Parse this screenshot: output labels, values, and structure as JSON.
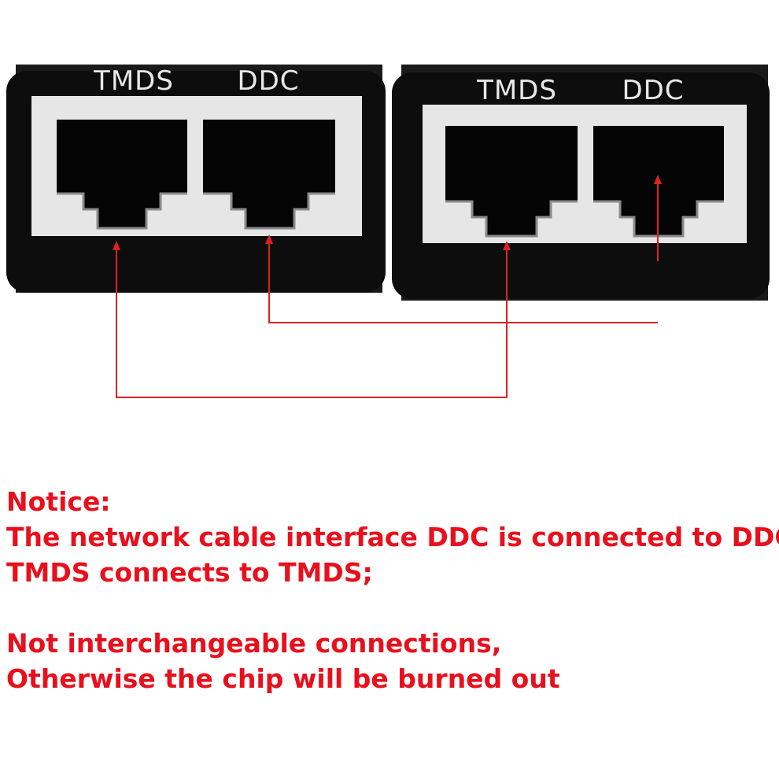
{
  "adapters": [
    {
      "name": "left-adapter",
      "ports": {
        "tmds": "TMDS",
        "ddc": "DDC"
      }
    },
    {
      "name": "right-adapter",
      "ports": {
        "tmds": "TMDS",
        "ddc": "DDC"
      }
    }
  ],
  "colors": {
    "housing": "#0d0d0d",
    "panel": "#e6e6e6",
    "jack": "#050505",
    "connector_line": "#e02020",
    "notice_text": "#e8101c"
  },
  "notice": {
    "heading": "Notice:",
    "line1": "The network cable interface DDC is connected to DDC.",
    "line2": "TMDS connects to TMDS;",
    "line3": "Not interchangeable connections,",
    "line4": "Otherwise the chip will be burned out"
  }
}
